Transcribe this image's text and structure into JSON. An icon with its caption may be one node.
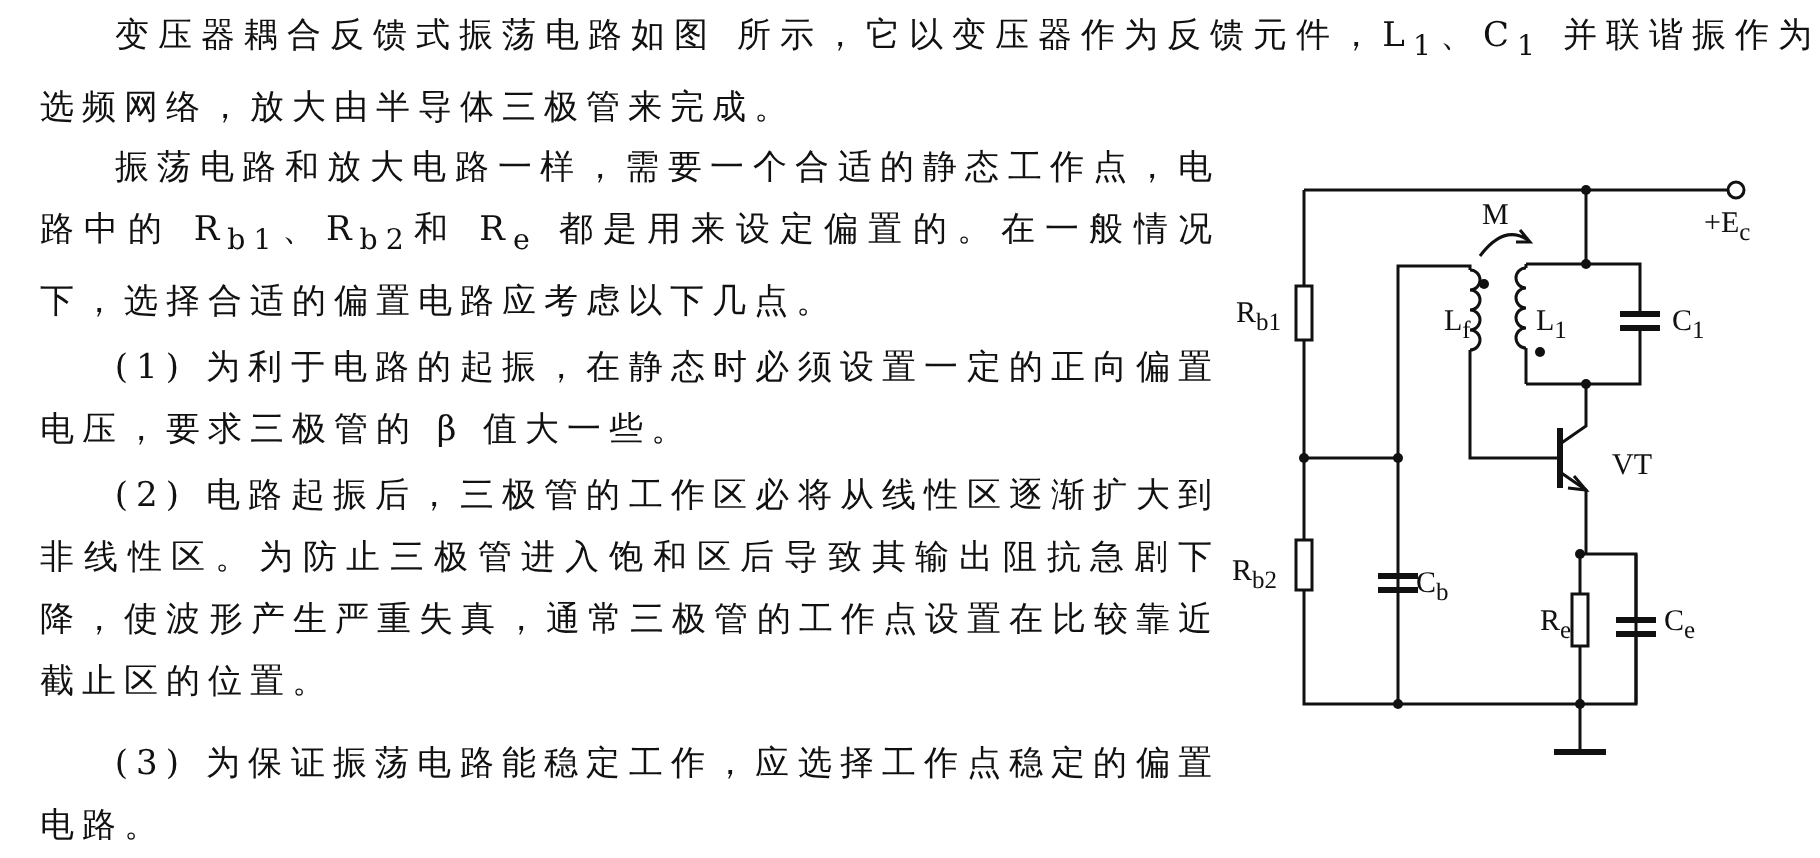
{
  "diagram": {
    "labels": [
      "变压器耦合反馈式振荡电路如图 所示，它以变压器作为反馈元件，L$_{1}$、C$_{1}$ 并联谐振作为选频网络，放大由半导体三极管来完成。",
      "振荡电路和放大电路一样，需要一个合适的静态工作点，电路中的 R$_{b1}$、R$_{b2}$和 R$_{e}$ 都是用来设定偏置的。在一般情况下，选择合适的偏置电路应考虑以下几点。",
      "(1) 为利于电路的起振，在静态时必须设置一定的正向偏置电压，要求三极管的 β 值大一些。",
      "(2) 电路起振后，三极管的工作区必将从线性区逐渐扩大到非线性区。为防止三极管进入饱和区后导致其输出阻抗急剧下降，使波形产生严重失真，通常三极管的工作点设置在比较靠近截止区的位置。",
      "(3) 为保证振荡电路能稳定工作，应选择工作点稳定的偏置电路。",
      "M",
      "+E$_{c}$",
      "R$_{b1}$",
      "L$_{f}$",
      "L$_{1}$",
      "C$_{1}$",
      "VT",
      "R$_{b2}$",
      "C$_{b}$",
      "R$_{e}$",
      "C$_{e}$"
    ]
  }
}
